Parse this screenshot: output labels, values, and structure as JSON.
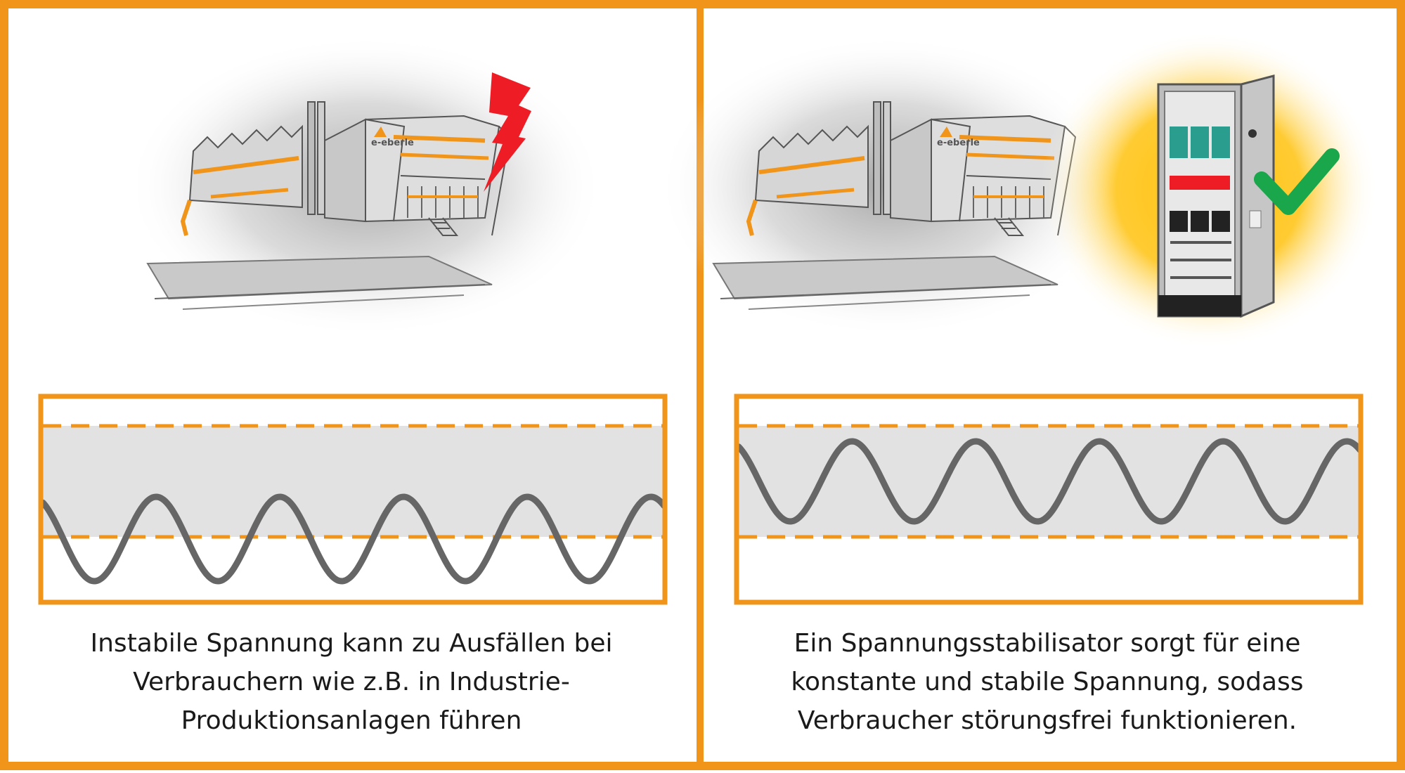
{
  "colors": {
    "frame": "#f0941a",
    "band": "#e2e2e2",
    "wave": "#666666",
    "lightning": "#ee1c24",
    "checkmark": "#1aa64a",
    "glow": "#ffc20e"
  },
  "left_panel": {
    "building_logo": "e-eberle",
    "icon": "lightning-bolt",
    "caption": [
      "Instabile Spannung kann zu Ausfällen bei",
      "Verbrauchern wie z.B. in Industrie-",
      "Produktionsanlagen führen"
    ]
  },
  "right_panel": {
    "building_logo": "e-eberle",
    "icon": "checkmark",
    "caption": [
      "Ein Spannungsstabilisator sorgt für eine",
      "konstante und stabile Spannung, sodass",
      "Verbraucher störungsfrei funktionieren."
    ]
  }
}
